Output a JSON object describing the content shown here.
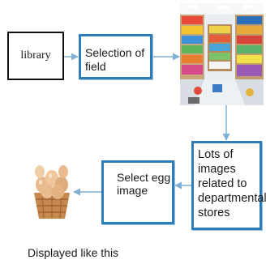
{
  "nodes": {
    "library": "library",
    "field": "Selection of field",
    "stores": "Lots of images related to departmental stores",
    "select_egg": "Select egg image"
  },
  "caption": "Displayed like this",
  "colors": {
    "box_border_blue": "#2e7db8",
    "arrow_blue": "#7fb2d6",
    "library_border": "#111111"
  },
  "images": {
    "store": "departmental-store-photo",
    "egg": "egg-basket-photo"
  }
}
